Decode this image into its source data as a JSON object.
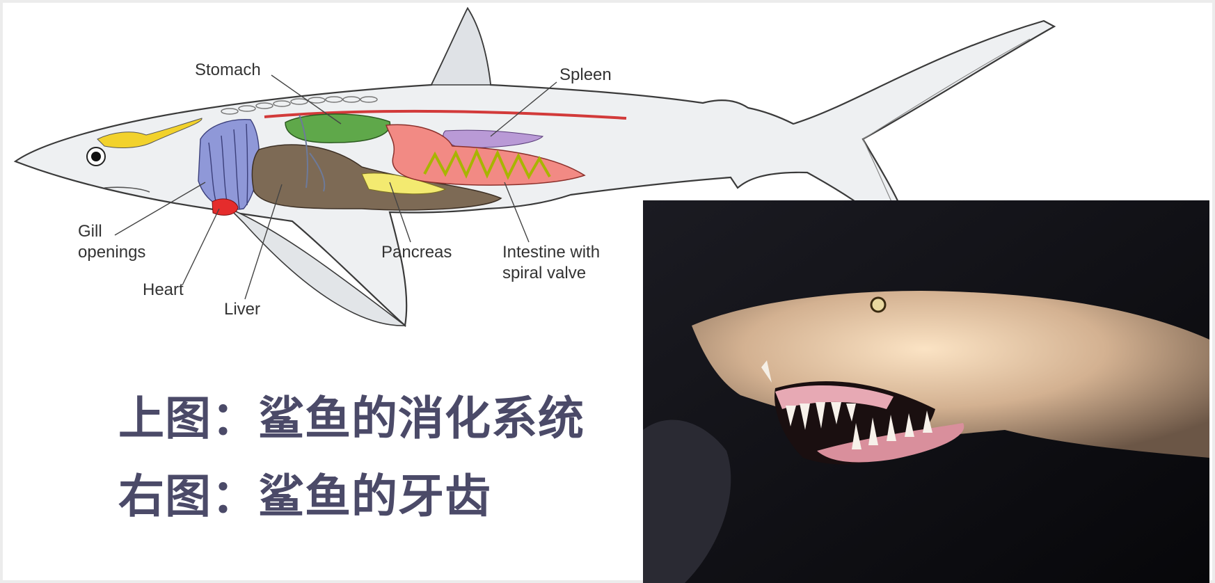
{
  "diagram": {
    "labels": {
      "stomach": "Stomach",
      "spleen": "Spleen",
      "gill": "Gill",
      "gill2": "openings",
      "heart": "Heart",
      "liver": "Liver",
      "pancreas": "Pancreas",
      "intestine": "Intestine with",
      "intestine2": "spiral valve"
    }
  },
  "captions": {
    "top": "上图：鲨鱼的消化系统",
    "bottom": "右图：鲨鱼的牙齿"
  }
}
